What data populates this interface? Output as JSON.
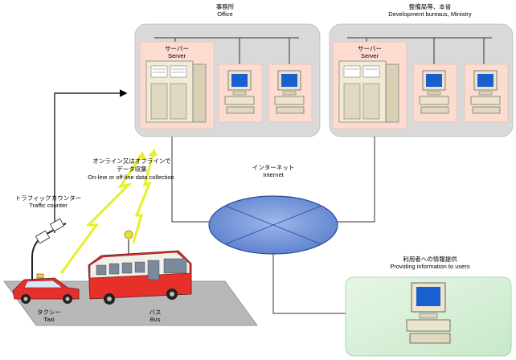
{
  "office": {
    "title_ja": "事務所",
    "title_en": "Office"
  },
  "bureau": {
    "title_ja": "整備局等、本省",
    "title_en": "Development bureaus, Ministry"
  },
  "server": {
    "label_ja": "サーバー",
    "label_en": "Server"
  },
  "internet": {
    "label_ja": "インターネット",
    "label_en": "Internet"
  },
  "collection": {
    "line1_ja": "オンライン又はオフラインで",
    "line2_ja": "データ収集",
    "line_en": "On-line or off-line data collection"
  },
  "traffic_counter": {
    "label_ja": "トラフィックカウンター",
    "label_en": "Traffic counter"
  },
  "taxi": {
    "label_ja": "タクシー",
    "label_en": "Taxi"
  },
  "bus": {
    "label_ja": "バス",
    "label_en": "Bus"
  },
  "users": {
    "label_ja": "利用者への情報提供",
    "label_en": "Providing information to users"
  },
  "colors": {
    "panel_gray": "#d9d9d9",
    "server_box": "#fcdcd0",
    "users_panel": "#d8f0d8",
    "monitor_screen": "#1a5fd0",
    "network": "#6f92d8",
    "signal": "#e8f020"
  }
}
